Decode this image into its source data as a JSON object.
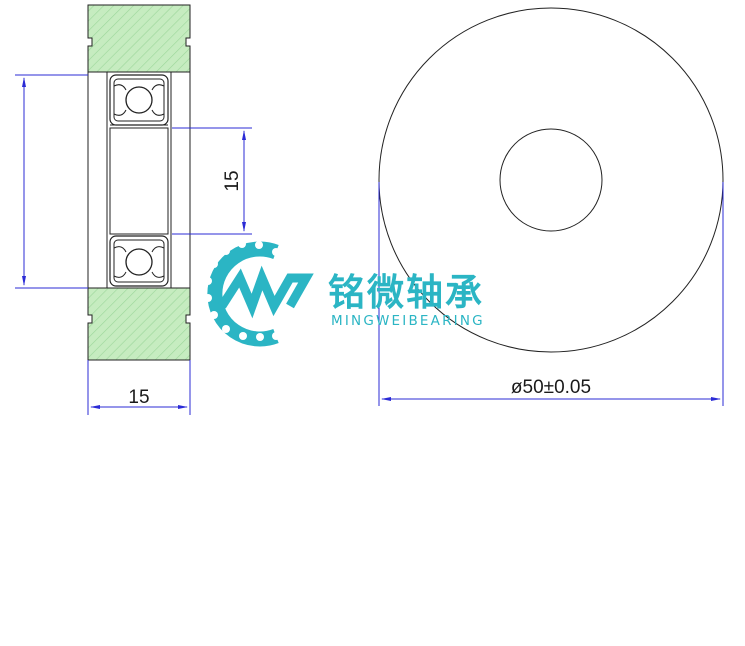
{
  "drawing": {
    "side_view_height_dim": "",
    "bore_dim": "15",
    "width_dim": "15",
    "diameter_dim": "ø50±0.05"
  },
  "brand": {
    "logo_mark": "MW",
    "name_cn": "铭微轴承",
    "name_en": "MINGWEIBEARING"
  },
  "colors": {
    "tire_fill": "#c6ecc0",
    "hatch": "#9bd79a",
    "outline": "#222222",
    "dimension": "#2b2bd6",
    "brand": "#2bb5c4"
  }
}
